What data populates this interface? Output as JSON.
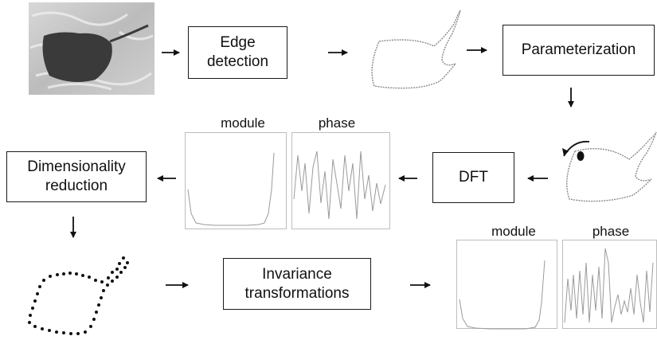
{
  "nodes": {
    "edge_detection": {
      "line1": "Edge",
      "line2": "detection"
    },
    "parameterization": {
      "label": "Parameterization"
    },
    "dft": {
      "label": "DFT"
    },
    "dimensionality_reduction": {
      "line1": "Dimensionality",
      "line2": "reduction"
    },
    "invariance_transformations": {
      "line1": "Invariance",
      "line2": "transformations"
    }
  },
  "plots": {
    "dft_module": {
      "label": "module"
    },
    "dft_phase": {
      "label": "phase"
    },
    "inv_module": {
      "label": "module"
    },
    "inv_phase": {
      "label": "phase"
    }
  },
  "colors": {
    "stroke": "#1a1a1a",
    "plot_line": "#9a9a9a",
    "panel_border": "#bdbdbd",
    "water": "#c9c9c9",
    "ray": "#3a3a3a"
  }
}
